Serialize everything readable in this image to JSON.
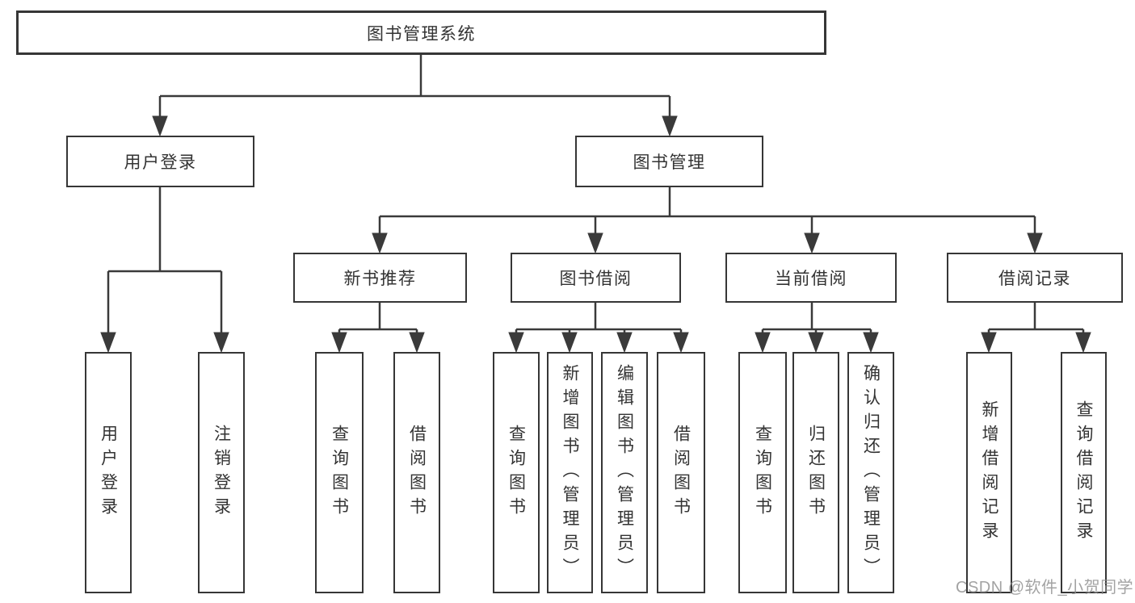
{
  "diagram_title": "图书管理系统",
  "tree": {
    "root": {
      "label": "图书管理系统"
    },
    "children": [
      {
        "label": "用户登录",
        "children": [
          {
            "label": "用户登录"
          },
          {
            "label": "注销登录"
          }
        ]
      },
      {
        "label": "图书管理",
        "children": [
          {
            "label": "新书推荐",
            "children": [
              {
                "label": "查询图书"
              },
              {
                "label": "借阅图书"
              }
            ]
          },
          {
            "label": "图书借阅",
            "children": [
              {
                "label": "查询图书"
              },
              {
                "label": "新增图书（管理员）"
              },
              {
                "label": "编辑图书（管理员）"
              },
              {
                "label": "借阅图书"
              }
            ]
          },
          {
            "label": "当前借阅",
            "children": [
              {
                "label": "查询图书"
              },
              {
                "label": "归还图书"
              },
              {
                "label": "确认归还（管理员）"
              }
            ]
          },
          {
            "label": "借阅记录",
            "children": [
              {
                "label": "新增借阅记录"
              },
              {
                "label": "查询借阅记录"
              }
            ]
          }
        ]
      }
    ]
  },
  "watermark": "CSDN @软件_小贺同学",
  "colors": {
    "line": "#3a3a3a",
    "text": "#333333",
    "box_background": "#ffffff",
    "watermark": "#8c8c8c"
  }
}
